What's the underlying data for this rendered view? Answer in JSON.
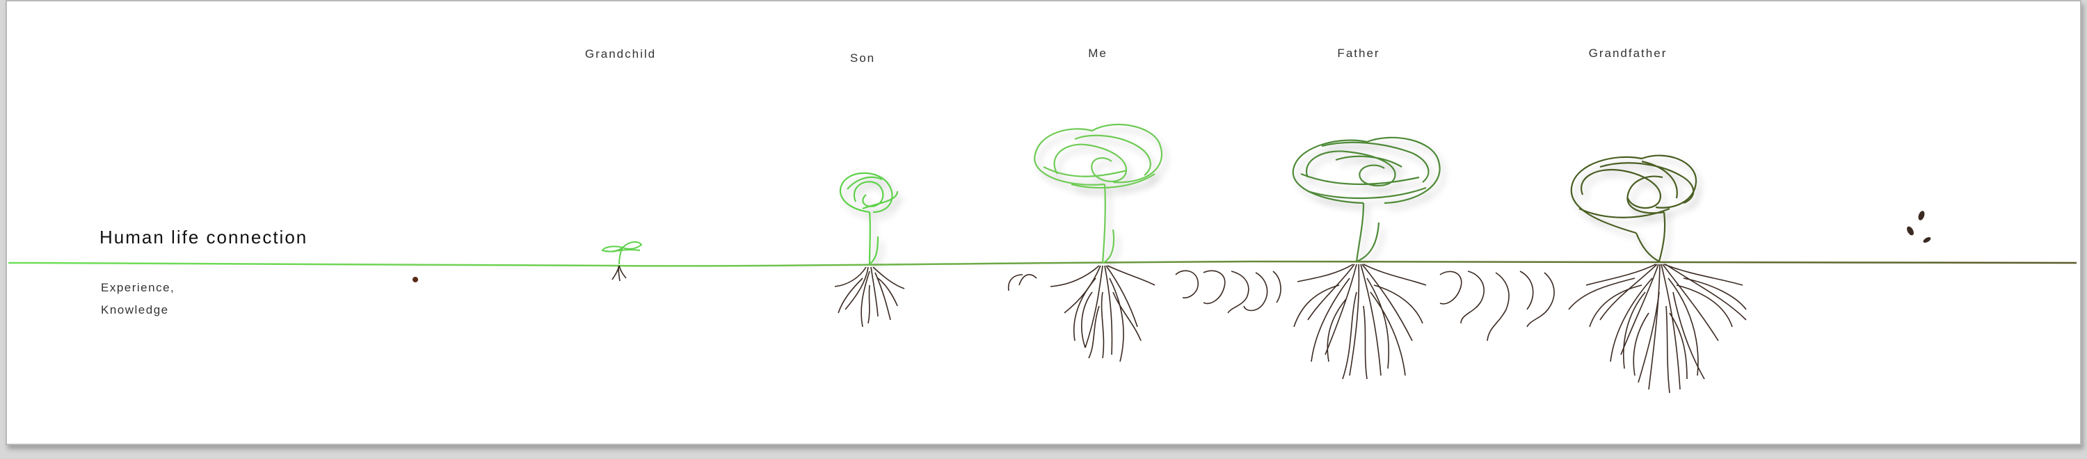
{
  "title": "Human life connection",
  "subtitle_lines": [
    "Experience,",
    "Knowledge"
  ],
  "generations": [
    {
      "label": "Grandchild"
    },
    {
      "label": "Son"
    },
    {
      "label": "Me"
    },
    {
      "label": "Father"
    },
    {
      "label": "Grandfather"
    }
  ],
  "colors": {
    "bright_green": "#5fd14b",
    "light_green": "#7ad664",
    "mid_green": "#5da945",
    "dark_green": "#4a7a2a",
    "olive": "#5a6a2a",
    "root_brown": "#3b2a22",
    "seed": "#5a2a1a"
  }
}
